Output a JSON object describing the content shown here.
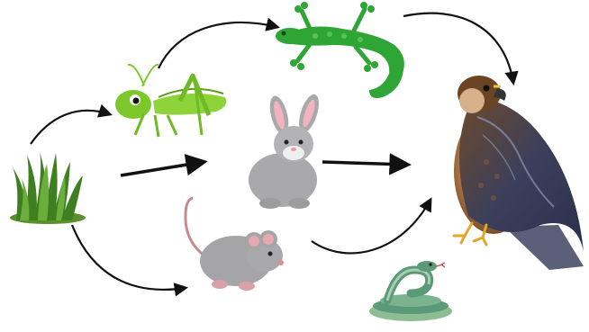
{
  "diagram": {
    "type": "food-web",
    "organisms": [
      {
        "id": "grass",
        "icon": "grass-icon",
        "color": "#4f8f2c"
      },
      {
        "id": "grasshopper",
        "icon": "grasshopper-icon",
        "color": "#7cc82c"
      },
      {
        "id": "rabbit",
        "icon": "rabbit-icon",
        "color": "#a9a9ab"
      },
      {
        "id": "mouse",
        "icon": "mouse-icon",
        "color": "#a5a5a8"
      },
      {
        "id": "lizard",
        "icon": "lizard-icon",
        "color": "#2ea534"
      },
      {
        "id": "snake",
        "icon": "snake-icon",
        "color": "#5b9a78"
      },
      {
        "id": "hawk",
        "icon": "hawk-icon",
        "color": "#6b4424"
      }
    ],
    "arrows": [
      {
        "from": "grass",
        "to": "grasshopper"
      },
      {
        "from": "grass",
        "to": "rabbit"
      },
      {
        "from": "grass",
        "to": "mouse"
      },
      {
        "from": "grasshopper",
        "to": "lizard"
      },
      {
        "from": "lizard",
        "to": "hawk"
      },
      {
        "from": "rabbit",
        "to": "hawk"
      },
      {
        "from": "mouse",
        "to": "hawk"
      }
    ],
    "arrow_color": "#111111"
  }
}
